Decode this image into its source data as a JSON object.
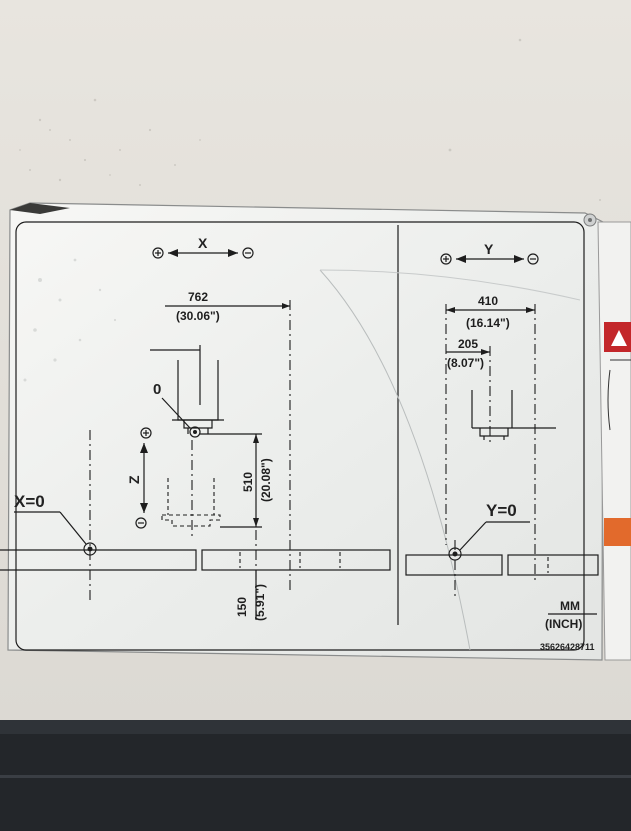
{
  "plate": {
    "x_axis_label": "X",
    "y_axis_label": "Y",
    "z_axis_label": "Z",
    "x_zero_label": "X=0",
    "y_zero_label": "Y=0",
    "z_zero_label": "0",
    "x_travel_mm": "762",
    "x_travel_inch": "(30.06\")",
    "y_travel_mm": "410",
    "y_travel_inch": "(16.14\")",
    "y_half_mm": "205",
    "y_half_inch": "(8.07\")",
    "z_travel_mm": "510",
    "z_travel_inch": "(20.08\")",
    "z_clearance_mm": "150",
    "z_clearance_inch": "(5.91\")",
    "units_mm": "MM",
    "units_inch": "(INCH)",
    "part_number": "35626428711"
  },
  "colors": {
    "background": "#e6e3dd",
    "plate": "#f0f1ef",
    "ink": "#1d1d1d",
    "warning_red": "#c3272a",
    "warning_orange": "#e26a2c",
    "floor": "#23262a"
  }
}
